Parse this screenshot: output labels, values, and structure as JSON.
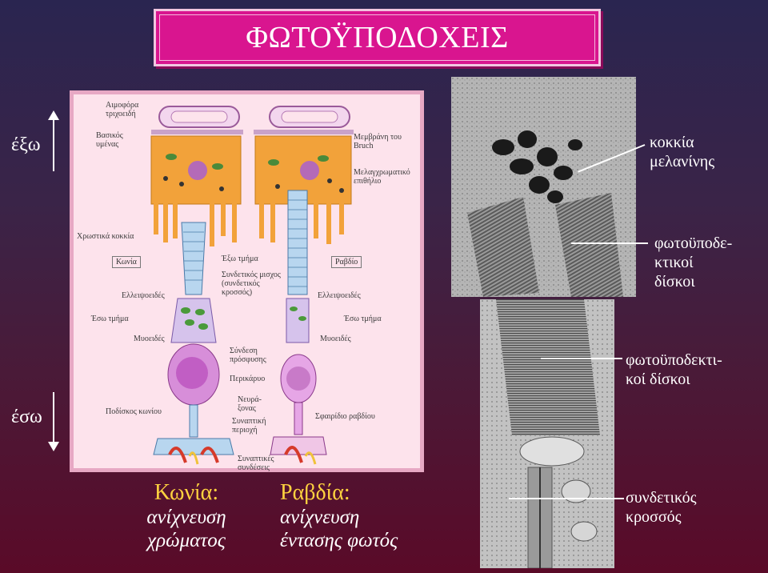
{
  "slide": {
    "title": "ΦΩΤΟΫΠΟΔΟΧΕΙΣ",
    "outside_label": "έξω",
    "inside_label": "έσω"
  },
  "diagram_labels": {
    "blood_capillaries": "Αιμοφόρα τριχοειδή",
    "basal_membrane": "Βασικός υμένας",
    "bruch_membrane": "Μεμβράνη του Bruch",
    "pigment_epithelium": "Μελαγχρωματικό επιθήλιο",
    "pigment_granules": "Χρωστικά κοκκία",
    "cone": "Κωνία",
    "outer_segment": "Έξω τμήμα",
    "rod": "Ραβδίο",
    "connecting_stalk": "Συνδετικός μισχος (συνδετικός κροσσός)",
    "ellipsoid_left": "Ελλειψοειδές",
    "ellipsoid_right": "Ελλειψοειδές",
    "inner_segment_left": "Έσω τμήμα",
    "inner_segment_right": "Έσω τμήμα",
    "myoid_left": "Μυοειδές",
    "myoid_right": "Μυοειδές",
    "adhesion_junction": "Σύνδεση πρόσφυσης",
    "perikaryon": "Περικάρυο",
    "nerve_fiber": "Νευρά- ξονας",
    "cone_pedicle": "Ποδίσκος κωνίου",
    "synaptic_region": "Συναπτική περιοχή",
    "rod_spherule": "Σφαιρίδιο ραβδίου",
    "synaptic_connections": "Συναπτικές συνδέσεις"
  },
  "bottom_labels": {
    "cones_head": "Κωνία:",
    "cones_text_1": "ανίχνευση",
    "cones_text_2": "χρώματος",
    "rods_head": "Ραβδία:",
    "rods_text_1": "ανίχνευση",
    "rods_text_2": "έντασης φωτός"
  },
  "annotations": {
    "melanin_1": "κοκκία",
    "melanin_2": "μελανίνης",
    "discs_top_1": "φωτοϋποδε-",
    "discs_top_2": "κτικοί",
    "discs_top_3": "δίσκοι",
    "discs_mid_1": "φωτοϋποδεκτι-",
    "discs_mid_2": "κοί δίσκοι",
    "cilium_1": "συνδετικός",
    "cilium_2": "κροσσός"
  },
  "colors": {
    "title_bg": "#d9158f",
    "diagram_bg": "#fde3ec",
    "head_accent": "#ffd23f"
  }
}
